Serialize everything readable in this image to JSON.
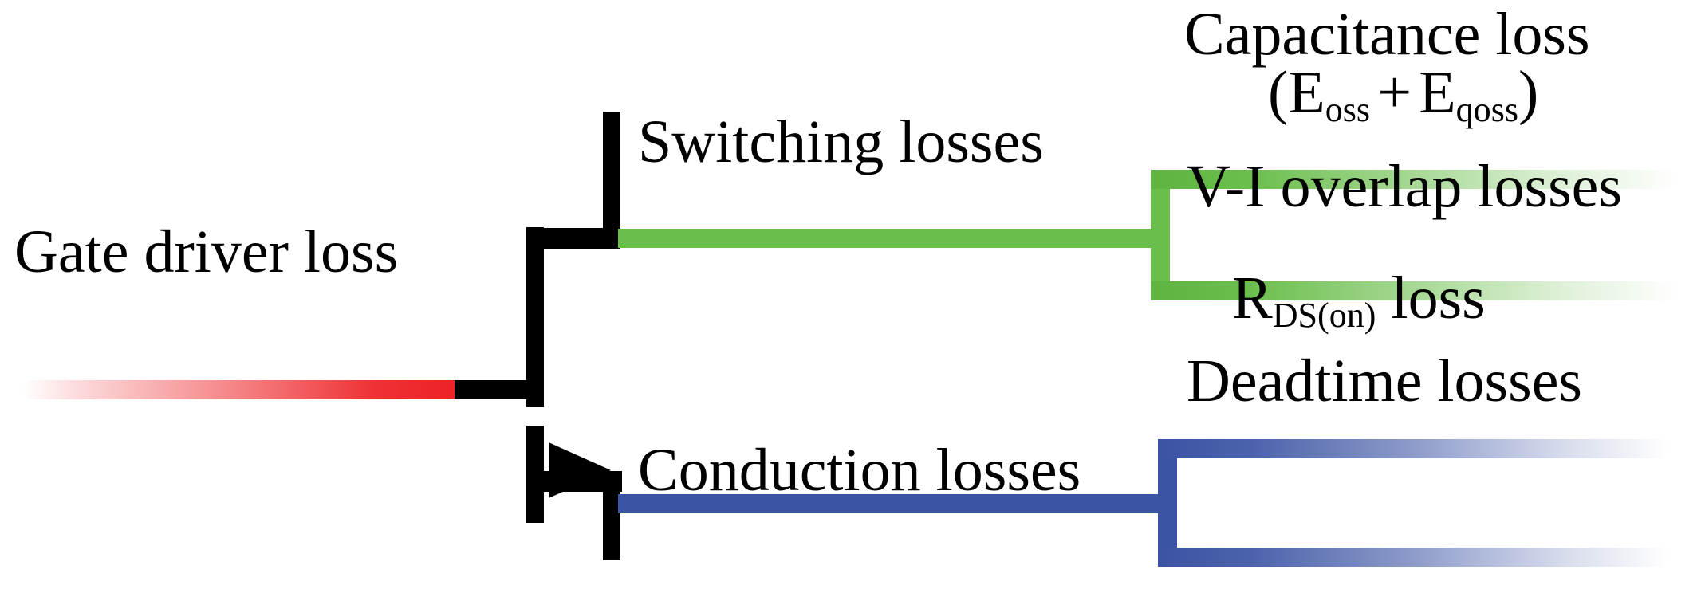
{
  "diagram": {
    "title": "MOSFET power loss breakdown tree",
    "type": "tree-diagram",
    "colors": {
      "gate_driver_red": "#ED2024",
      "switching_green": "#6ABE4B",
      "conduction_blue": "#3B53A3",
      "symbol_black": "#000000",
      "background": "#FFFFFF"
    },
    "root_symbol": {
      "name": "mosfet-symbol",
      "terminals": [
        "drain",
        "gate",
        "source"
      ],
      "body_arrow": "n-channel"
    }
  },
  "labels": {
    "gate_driver_loss": "Gate driver loss",
    "switching_losses": "Switching losses",
    "conduction_losses": "Conduction losses",
    "capacitance_loss_line1": "Capacitance loss",
    "capacitance_loss_open_paren": "(E",
    "capacitance_loss_sub1": "oss",
    "capacitance_loss_plus": "+",
    "capacitance_loss_e2": "E",
    "capacitance_loss_sub2": "qoss",
    "capacitance_loss_close_paren": ")",
    "vi_overlap_losses": "V-I overlap losses",
    "rdson_r": "R",
    "rdson_sub": "DS(on)",
    "rdson_loss": " loss",
    "deadtime_losses": "Deadtime losses"
  },
  "branches": {
    "gate": {
      "label": "Gate driver loss",
      "color": "#ED2024",
      "children": []
    },
    "drain_switching": {
      "label": "Switching losses",
      "color": "#6ABE4B",
      "children": [
        "Capacitance loss (Eoss + Eqoss)",
        "V-I overlap losses"
      ]
    },
    "source_conduction": {
      "label": "Conduction losses",
      "color": "#3B53A3",
      "children": [
        "RDS(on) loss",
        "Deadtime losses"
      ]
    }
  }
}
